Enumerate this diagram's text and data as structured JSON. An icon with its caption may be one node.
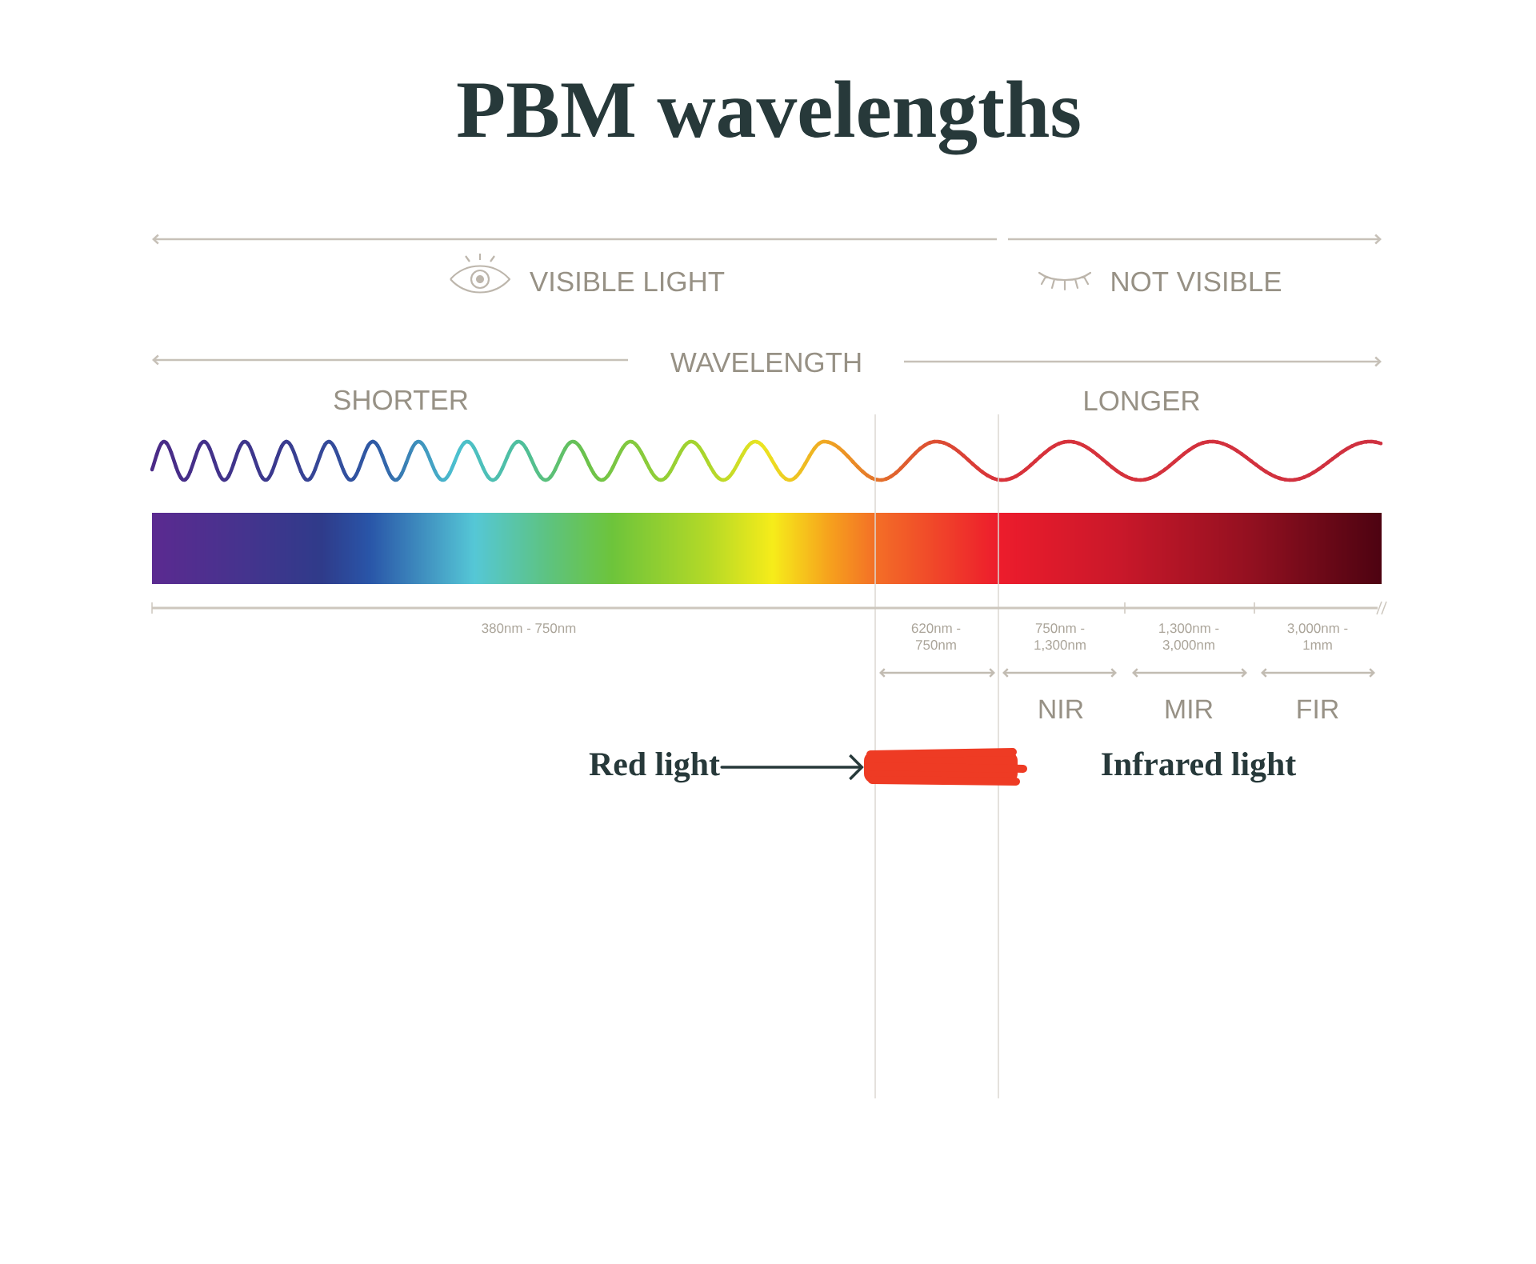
{
  "diagram": {
    "title": "PBM wavelengths",
    "nodes": [
      {
        "text": [
          "Red light"
        ]
      },
      {
        "text": [],
        "shape": "bar"
      }
    ],
    "edges": [
      {
        "from": 0,
        "to": 1,
        "arrow": "to"
      }
    ],
    "labels": [
      "VISIBLE LIGHT",
      "NOT VISIBLE",
      "WAVELENGTH",
      "SHORTER",
      "LONGER",
      "380nm - 750nm",
      "620nm - 750nm",
      "750nm - 1,300nm",
      "1,300nm - 3,000nm",
      "3,000nm - 1mm",
      "NIR",
      "MIR",
      "FIR",
      "Infrared light"
    ]
  }
}
